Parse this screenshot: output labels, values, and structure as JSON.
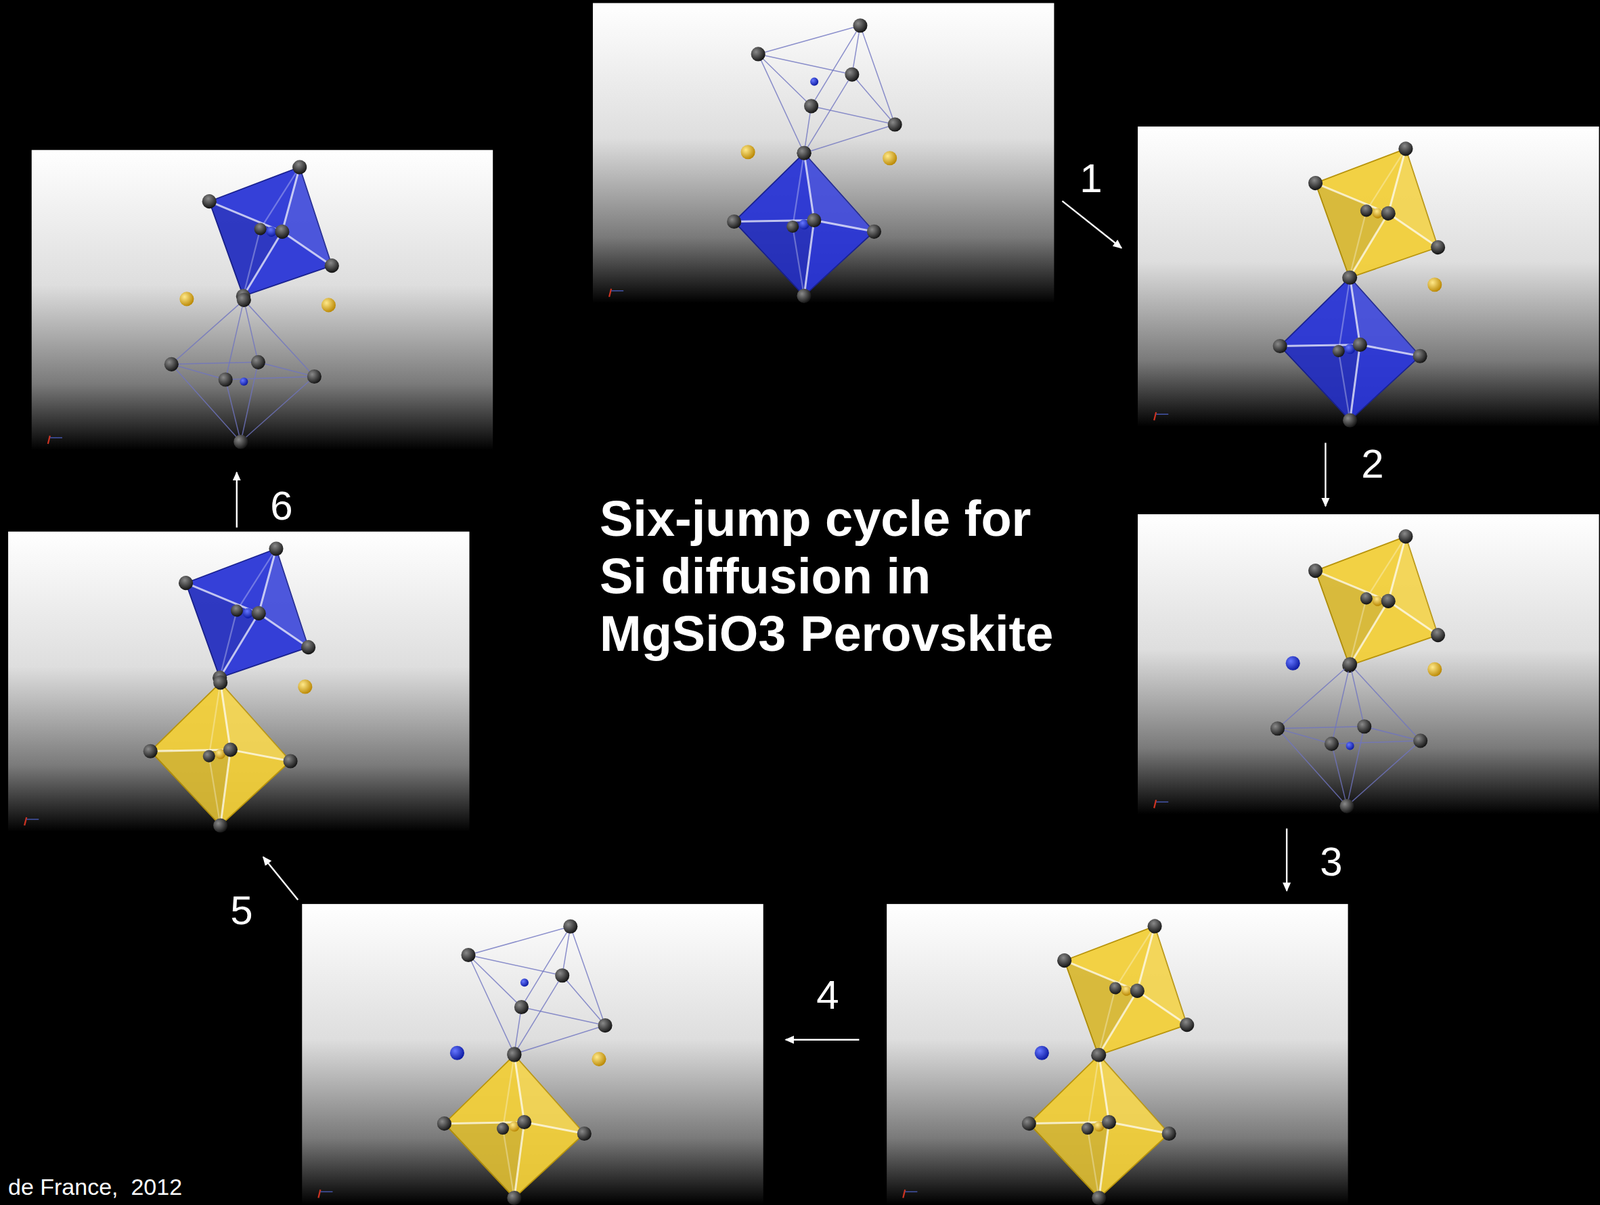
{
  "diagram": {
    "title": "Six-jump cycle for Si diffusion in MgSiO3 Perovskite",
    "labels": [
      "1",
      "2",
      "3",
      "4",
      "5",
      "6",
      "de France,  2012"
    ]
  }
}
